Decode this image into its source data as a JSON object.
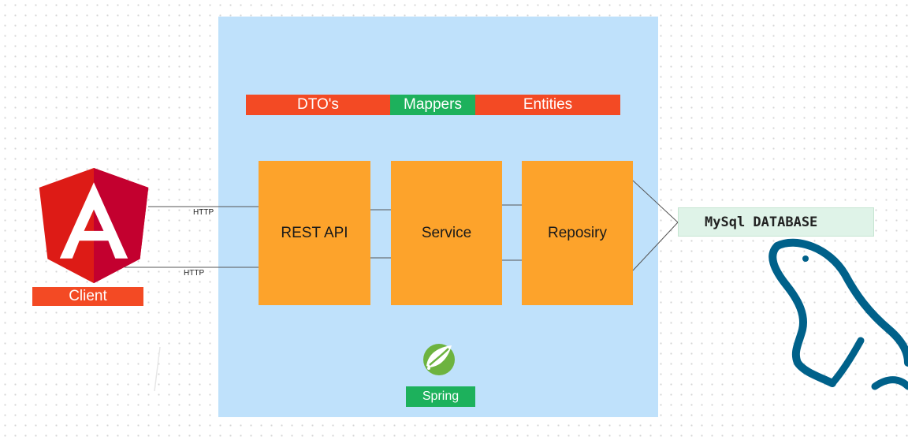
{
  "diagram": {
    "banner": {
      "dtos": "DTO's",
      "mappers": "Mappers",
      "entities": "Entities"
    },
    "components": {
      "rest_api": "REST API",
      "service": "Service",
      "repository": "Reposiry"
    },
    "client": {
      "label": "Client"
    },
    "spring": {
      "label": "Spring"
    },
    "database": {
      "label": "MySql DATABASE"
    },
    "connections": {
      "http_top": "HTTP",
      "http_bottom": "HTTP"
    },
    "colors": {
      "panel": "#bfe1fb",
      "component": "#fda32b",
      "banner_red": "#f34a24",
      "banner_green": "#1db15c",
      "angular_red": "#dd1b16",
      "mysql_blue": "#00618a"
    },
    "icons": {
      "client_logo": "angular-logo-icon",
      "framework_logo": "spring-leaf-icon",
      "database_logo": "mysql-dolphin-icon"
    }
  }
}
